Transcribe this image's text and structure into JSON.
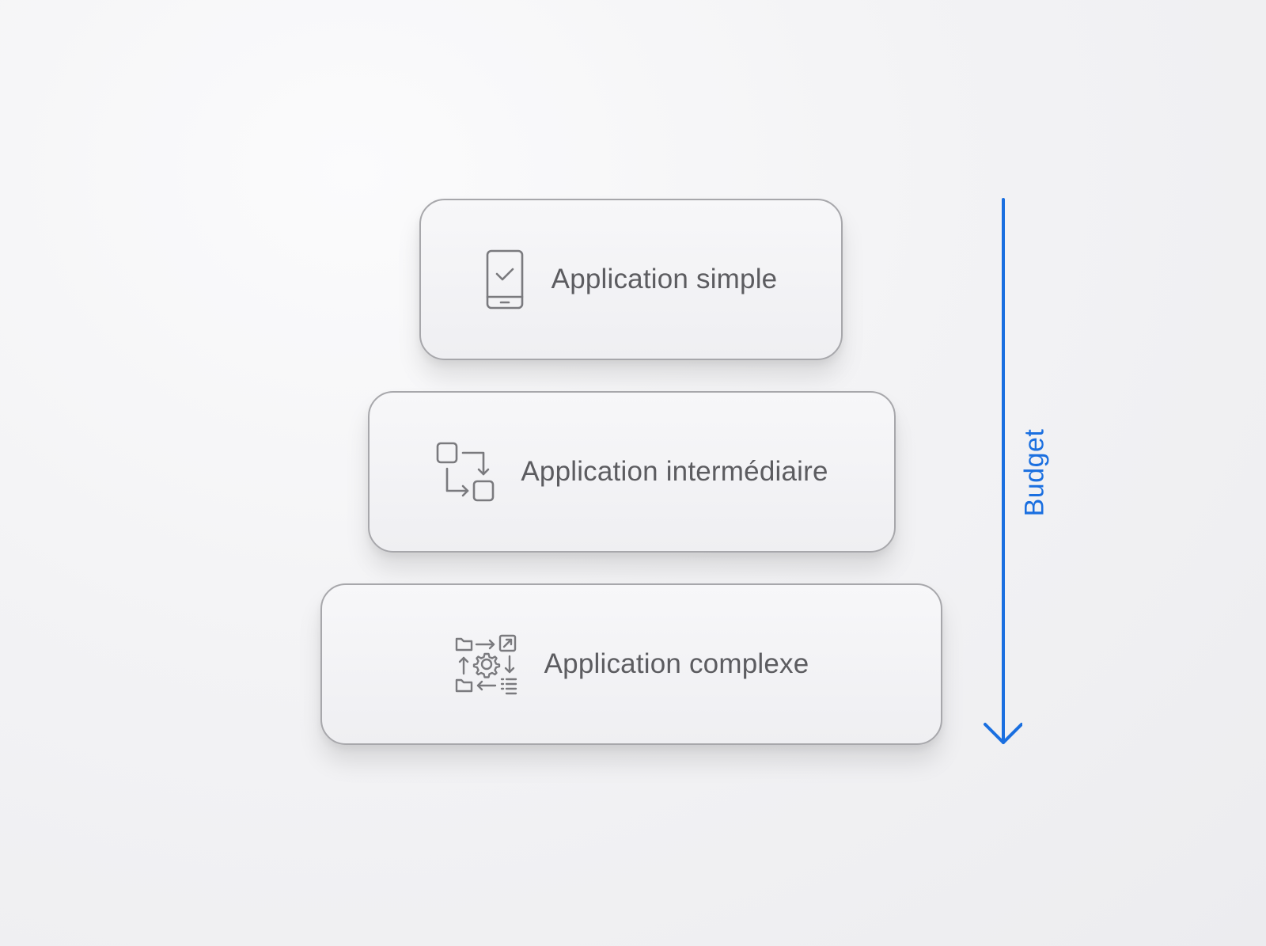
{
  "diagram": {
    "levels": [
      {
        "label": "Application simple",
        "icon": "smartphone-check-icon"
      },
      {
        "label": "Application intermédiaire",
        "icon": "workflow-squares-icon"
      },
      {
        "label": "Application complexe",
        "icon": "process-automation-gear-icon"
      }
    ],
    "axis": {
      "label": "Budget",
      "direction": "down",
      "color": "#1a6fe0"
    }
  },
  "colors": {
    "card_border": "#a7a7ab",
    "card_text": "#5c5c60",
    "icon_stroke": "#7a7a7e",
    "accent": "#1a6fe0"
  }
}
